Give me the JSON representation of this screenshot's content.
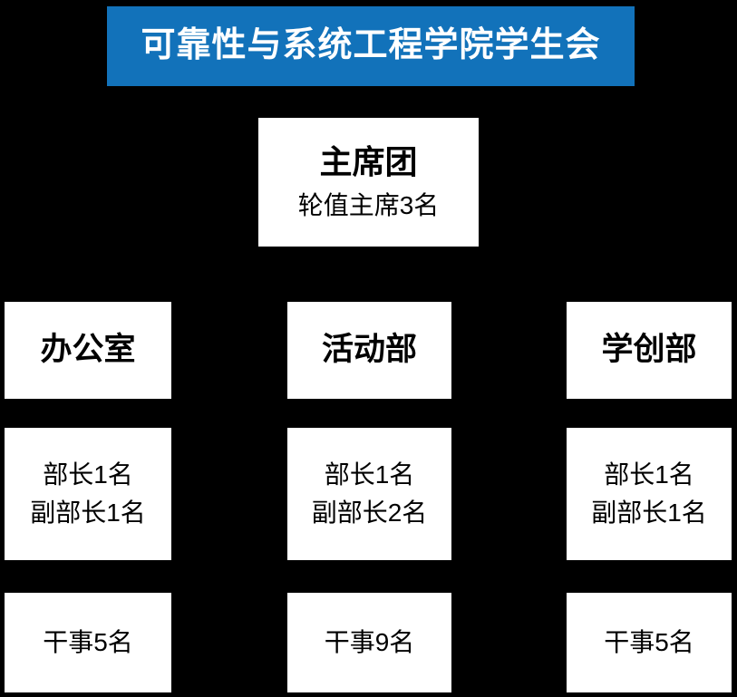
{
  "header": {
    "title": "可靠性与系统工程学院学生会"
  },
  "presidium": {
    "title": "主席团",
    "subtitle": "轮值主席3名"
  },
  "departments": [
    {
      "name": "办公室",
      "leaders": [
        "部长1名",
        "副部长1名"
      ],
      "staff": "干事5名"
    },
    {
      "name": "活动部",
      "leaders": [
        "部长1名",
        "副部长2名"
      ],
      "staff": "干事9名"
    },
    {
      "name": "学创部",
      "leaders": [
        "部长1名",
        "副部长1名"
      ],
      "staff": "干事5名"
    }
  ],
  "colors": {
    "background": "#000000",
    "header_bg": "#1272BA",
    "header_text": "#FFFFFF",
    "box_bg": "#FFFFFF",
    "box_text": "#000000"
  }
}
